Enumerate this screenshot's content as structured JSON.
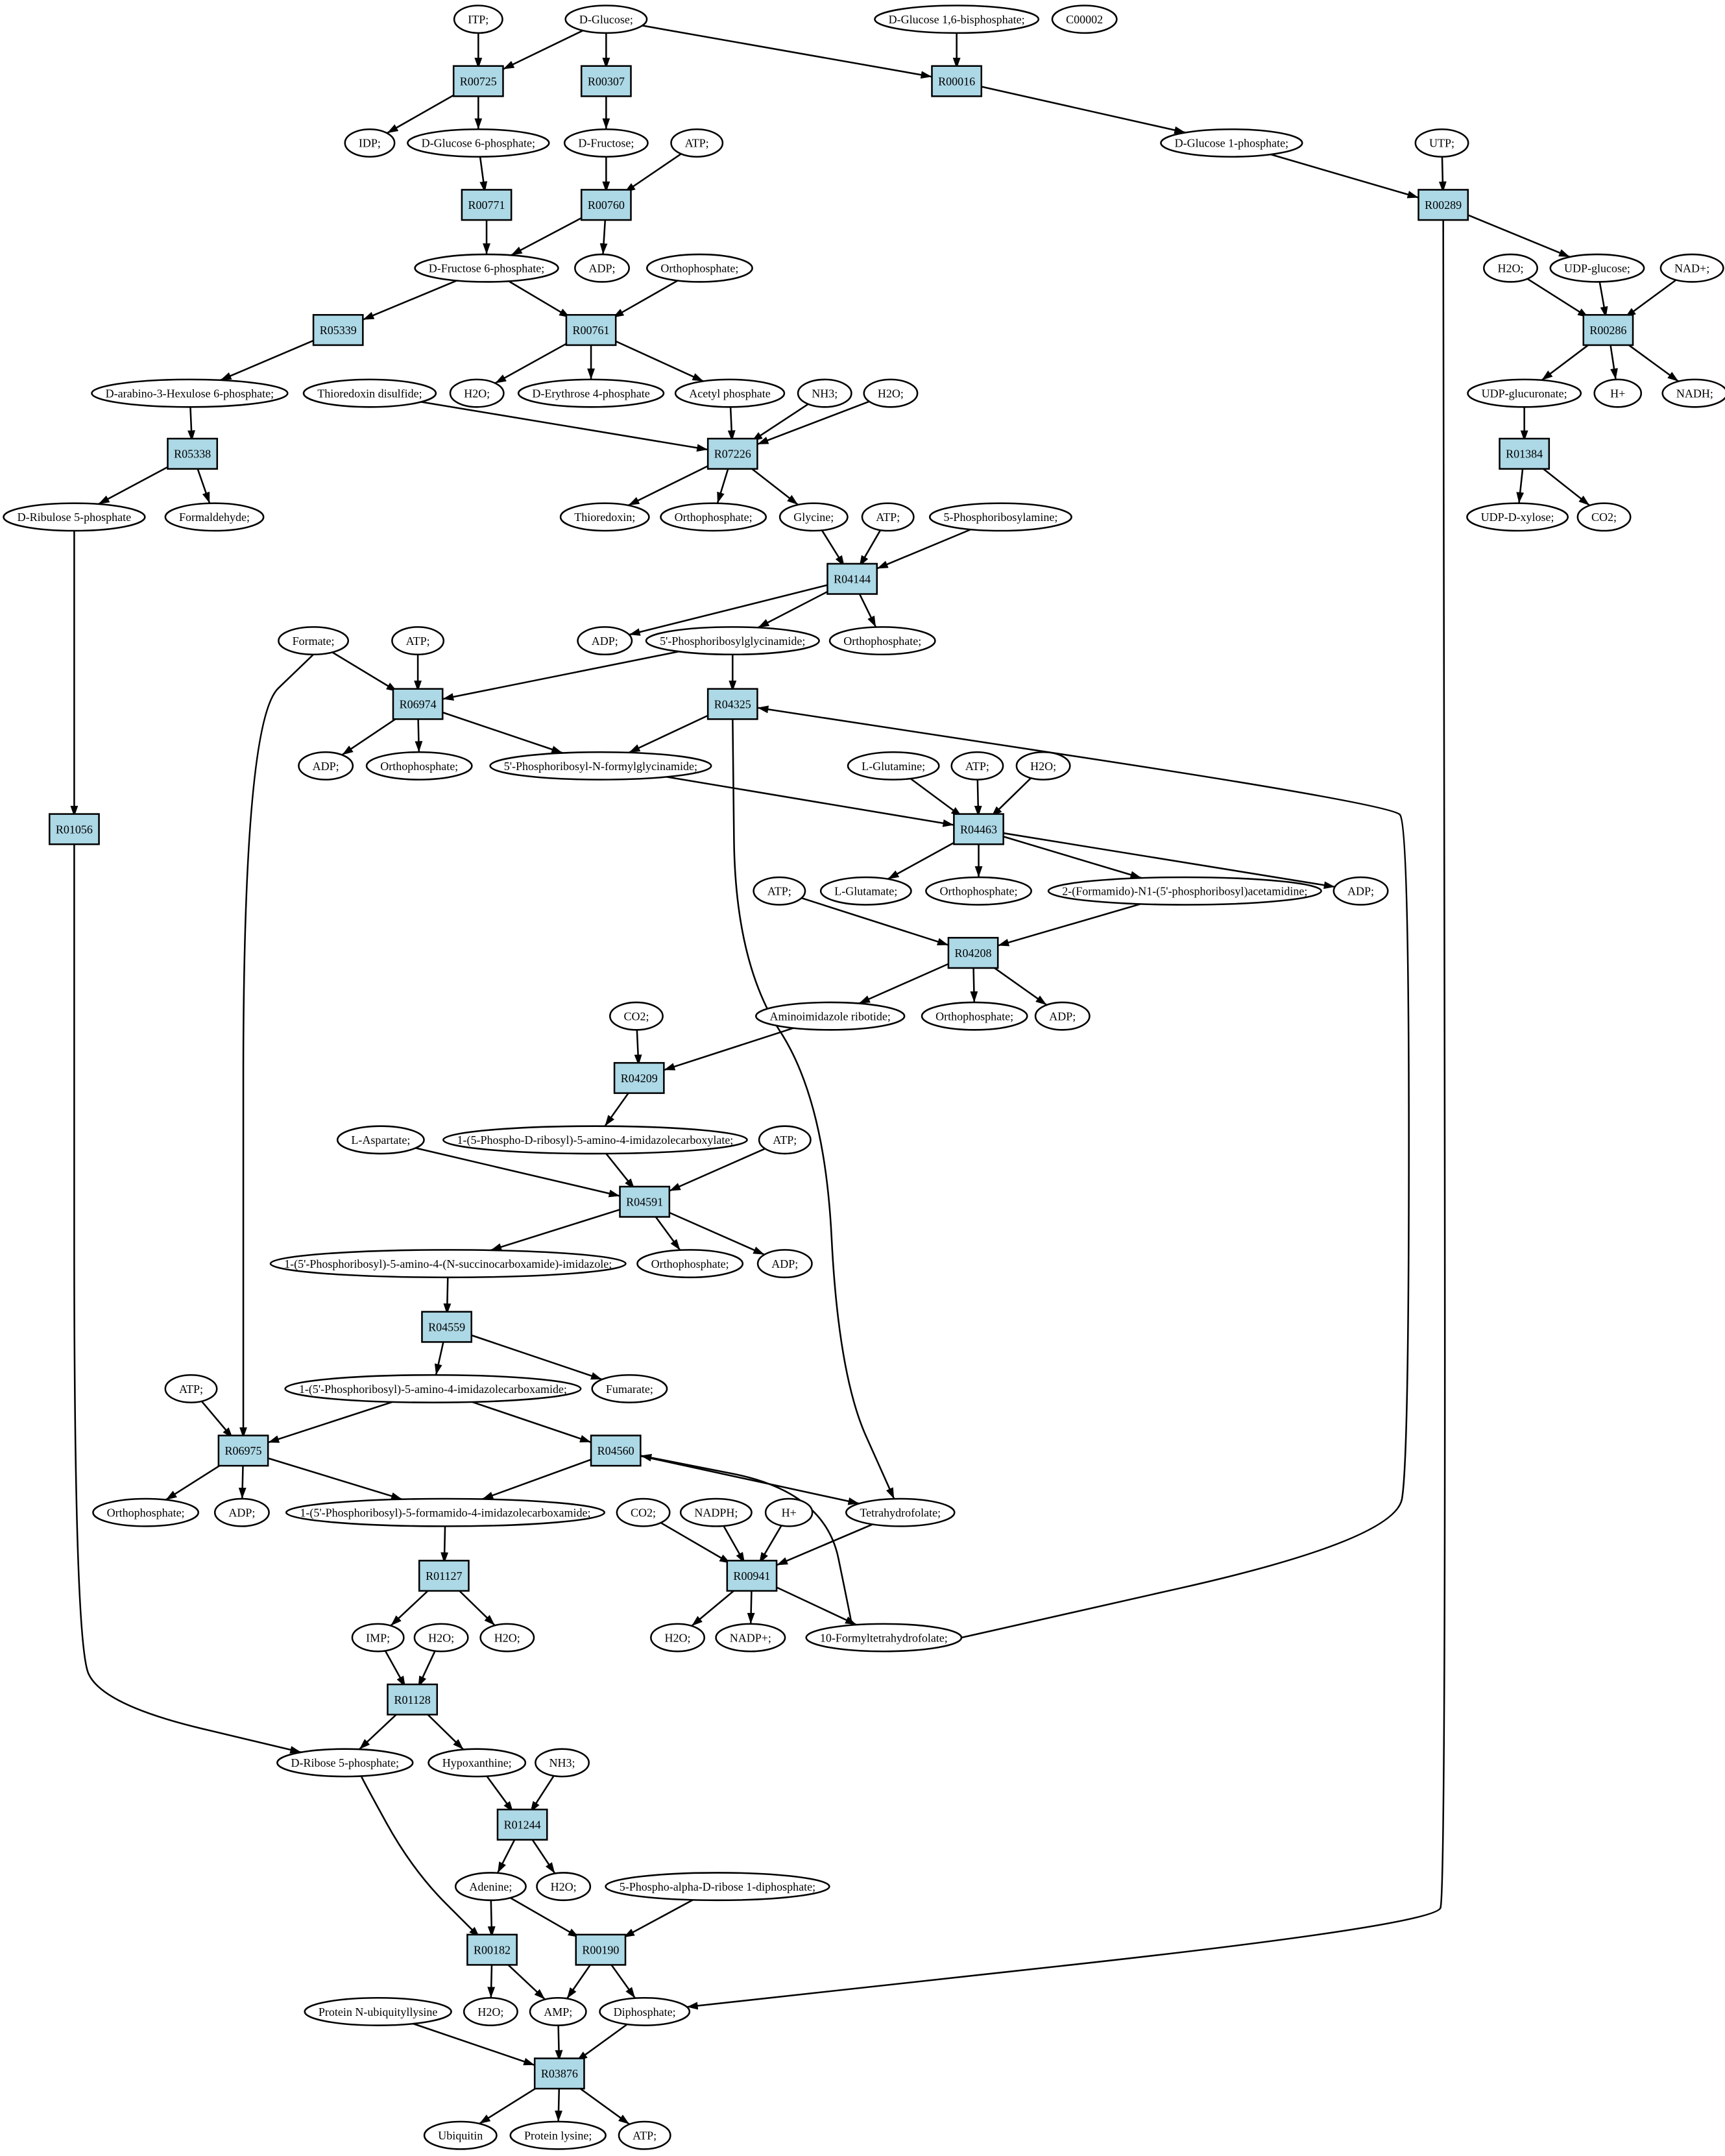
{
  "colors": {
    "reaction_fill": "#add8e6",
    "compound_fill": "#ffffff",
    "highlight_green": "#00ff00",
    "highlight_yellow": "#ffff00",
    "stroke": "#000000"
  },
  "nodes": [
    {
      "id": "itp1",
      "label": "ITP;",
      "type": "compound"
    },
    {
      "id": "dglucose",
      "label": "D-Glucose;",
      "type": "compound",
      "color": "green"
    },
    {
      "id": "dg16bp",
      "label": "D-Glucose 1,6-bisphosphate;",
      "type": "compound"
    },
    {
      "id": "c00002",
      "label": "C00002",
      "type": "compound",
      "color": "yellow"
    },
    {
      "id": "R00725",
      "label": "R00725",
      "type": "reaction"
    },
    {
      "id": "R00307",
      "label": "R00307",
      "type": "reaction"
    },
    {
      "id": "R00016",
      "label": "R00016",
      "type": "reaction"
    },
    {
      "id": "idp",
      "label": "IDP;",
      "type": "compound"
    },
    {
      "id": "dg6p",
      "label": "D-Glucose 6-phosphate;",
      "type": "compound"
    },
    {
      "id": "dfructose",
      "label": "D-Fructose;",
      "type": "compound"
    },
    {
      "id": "atp1",
      "label": "ATP;",
      "type": "compound"
    },
    {
      "id": "dg1p",
      "label": "D-Glucose 1-phosphate;",
      "type": "compound"
    },
    {
      "id": "utp",
      "label": "UTP;",
      "type": "compound"
    },
    {
      "id": "R00771",
      "label": "R00771",
      "type": "reaction"
    },
    {
      "id": "R00760",
      "label": "R00760",
      "type": "reaction"
    },
    {
      "id": "R00289",
      "label": "R00289",
      "type": "reaction"
    },
    {
      "id": "df6p",
      "label": "D-Fructose 6-phosphate;",
      "type": "compound"
    },
    {
      "id": "adp1",
      "label": "ADP;",
      "type": "compound"
    },
    {
      "id": "orth1",
      "label": "Orthophosphate;",
      "type": "compound"
    },
    {
      "id": "h2o_a",
      "label": "H2O;",
      "type": "compound"
    },
    {
      "id": "udpglc",
      "label": "UDP-glucose;",
      "type": "compound"
    },
    {
      "id": "nadp",
      "label": "NAD+;",
      "type": "compound"
    },
    {
      "id": "R05339",
      "label": "R05339",
      "type": "reaction"
    },
    {
      "id": "R00761",
      "label": "R00761",
      "type": "reaction"
    },
    {
      "id": "R00286",
      "label": "R00286",
      "type": "reaction"
    },
    {
      "id": "dah6p",
      "label": "D-arabino-3-Hexulose 6-phosphate;",
      "type": "compound"
    },
    {
      "id": "thdis",
      "label": "Thioredoxin disulfide;",
      "type": "compound"
    },
    {
      "id": "h2o_b",
      "label": "H2O;",
      "type": "compound"
    },
    {
      "id": "de4p",
      "label": "D-Erythrose 4-phosphate",
      "type": "compound"
    },
    {
      "id": "acp",
      "label": "Acetyl phosphate",
      "type": "compound"
    },
    {
      "id": "nh3_1",
      "label": "NH3;",
      "type": "compound"
    },
    {
      "id": "h2o_c",
      "label": "H2O;",
      "type": "compound"
    },
    {
      "id": "udpglcua",
      "label": "UDP-glucuronate;",
      "type": "compound"
    },
    {
      "id": "hplus1",
      "label": "H+",
      "type": "compound"
    },
    {
      "id": "nadh",
      "label": "NADH;",
      "type": "compound"
    },
    {
      "id": "R05338",
      "label": "R05338",
      "type": "reaction"
    },
    {
      "id": "R07226",
      "label": "R07226",
      "type": "reaction"
    },
    {
      "id": "R01384",
      "label": "R01384",
      "type": "reaction"
    },
    {
      "id": "dru5p",
      "label": "D-Ribulose 5-phosphate",
      "type": "compound"
    },
    {
      "id": "formald",
      "label": "Formaldehyde;",
      "type": "compound"
    },
    {
      "id": "thred",
      "label": "Thioredoxin;",
      "type": "compound"
    },
    {
      "id": "orth2",
      "label": "Orthophosphate;",
      "type": "compound"
    },
    {
      "id": "glycine",
      "label": "Glycine;",
      "type": "compound"
    },
    {
      "id": "atp2",
      "label": "ATP;",
      "type": "compound"
    },
    {
      "id": "prpa",
      "label": "5-Phosphoribosylamine;",
      "type": "compound"
    },
    {
      "id": "udpxyl",
      "label": "UDP-D-xylose;",
      "type": "compound"
    },
    {
      "id": "co2_1",
      "label": "CO2;",
      "type": "compound"
    },
    {
      "id": "R04144",
      "label": "R04144",
      "type": "reaction"
    },
    {
      "id": "formate",
      "label": "Formate;",
      "type": "compound"
    },
    {
      "id": "atp3",
      "label": "ATP;",
      "type": "compound"
    },
    {
      "id": "adp2",
      "label": "ADP;",
      "type": "compound"
    },
    {
      "id": "gar",
      "label": "5'-Phosphoribosylglycinamide;",
      "type": "compound"
    },
    {
      "id": "orth3",
      "label": "Orthophosphate;",
      "type": "compound"
    },
    {
      "id": "R06974",
      "label": "R06974",
      "type": "reaction"
    },
    {
      "id": "R04325",
      "label": "R04325",
      "type": "reaction"
    },
    {
      "id": "adp3",
      "label": "ADP;",
      "type": "compound"
    },
    {
      "id": "orth4",
      "label": "Orthophosphate;",
      "type": "compound"
    },
    {
      "id": "fgar",
      "label": "5'-Phosphoribosyl-N-formylglycinamide;",
      "type": "compound"
    },
    {
      "id": "lgln",
      "label": "L-Glutamine;",
      "type": "compound"
    },
    {
      "id": "atp4",
      "label": "ATP;",
      "type": "compound"
    },
    {
      "id": "h2o_d",
      "label": "H2O;",
      "type": "compound"
    },
    {
      "id": "R01056",
      "label": "R01056",
      "type": "reaction"
    },
    {
      "id": "R04463",
      "label": "R04463",
      "type": "reaction"
    },
    {
      "id": "lglu",
      "label": "L-Glutamate;",
      "type": "compound"
    },
    {
      "id": "orth5",
      "label": "Orthophosphate;",
      "type": "compound"
    },
    {
      "id": "fgam",
      "label": "2-(Formamido)-N1-(5'-phosphoribosyl)acetamidine;",
      "type": "compound"
    },
    {
      "id": "adp4",
      "label": "ADP;",
      "type": "compound"
    },
    {
      "id": "atp5",
      "label": "ATP;",
      "type": "compound"
    },
    {
      "id": "R04208",
      "label": "R04208",
      "type": "reaction"
    },
    {
      "id": "co2_2",
      "label": "CO2;",
      "type": "compound"
    },
    {
      "id": "air",
      "label": "Aminoimidazole ribotide;",
      "type": "compound"
    },
    {
      "id": "orth6",
      "label": "Orthophosphate;",
      "type": "compound"
    },
    {
      "id": "adp5",
      "label": "ADP;",
      "type": "compound"
    },
    {
      "id": "R04209",
      "label": "R04209",
      "type": "reaction"
    },
    {
      "id": "lasp",
      "label": "L-Aspartate;",
      "type": "compound"
    },
    {
      "id": "cair",
      "label": "1-(5-Phospho-D-ribosyl)-5-amino-4-imidazolecarboxylate;",
      "type": "compound"
    },
    {
      "id": "atp6",
      "label": "ATP;",
      "type": "compound"
    },
    {
      "id": "R04591",
      "label": "R04591",
      "type": "reaction"
    },
    {
      "id": "saicar",
      "label": "1-(5'-Phosphoribosyl)-5-amino-4-(N-succinocarboxamide)-imidazole;",
      "type": "compound"
    },
    {
      "id": "orth7",
      "label": "Orthophosphate;",
      "type": "compound"
    },
    {
      "id": "adp6",
      "label": "ADP;",
      "type": "compound"
    },
    {
      "id": "R04559",
      "label": "R04559",
      "type": "reaction"
    },
    {
      "id": "aicar",
      "label": "1-(5'-Phosphoribosyl)-5-amino-4-imidazolecarboxamide;",
      "type": "compound"
    },
    {
      "id": "fumarate",
      "label": "Fumarate;",
      "type": "compound"
    },
    {
      "id": "atp7",
      "label": "ATP;",
      "type": "compound"
    },
    {
      "id": "R06975",
      "label": "R06975",
      "type": "reaction"
    },
    {
      "id": "R04560",
      "label": "R04560",
      "type": "reaction"
    },
    {
      "id": "orth8",
      "label": "Orthophosphate;",
      "type": "compound"
    },
    {
      "id": "adp7",
      "label": "ADP;",
      "type": "compound"
    },
    {
      "id": "faicar",
      "label": "1-(5'-Phosphoribosyl)-5-formamido-4-imidazolecarboxamide;",
      "type": "compound"
    },
    {
      "id": "co2_3",
      "label": "CO2;",
      "type": "compound"
    },
    {
      "id": "nadph",
      "label": "NADPH;",
      "type": "compound"
    },
    {
      "id": "hplus2",
      "label": "H+",
      "type": "compound"
    },
    {
      "id": "thf",
      "label": "Tetrahydrofolate;",
      "type": "compound"
    },
    {
      "id": "R01127",
      "label": "R01127",
      "type": "reaction"
    },
    {
      "id": "R00941",
      "label": "R00941",
      "type": "reaction"
    },
    {
      "id": "imp",
      "label": "IMP;",
      "type": "compound"
    },
    {
      "id": "h2o_e",
      "label": "H2O;",
      "type": "compound"
    },
    {
      "id": "h2o_f",
      "label": "H2O;",
      "type": "compound"
    },
    {
      "id": "h2o_g",
      "label": "H2O;",
      "type": "compound"
    },
    {
      "id": "nadpplus",
      "label": "NADP+;",
      "type": "compound"
    },
    {
      "id": "fthf",
      "label": "10-Formyltetrahydrofolate;",
      "type": "compound"
    },
    {
      "id": "R01128",
      "label": "R01128",
      "type": "reaction"
    },
    {
      "id": "dr5p",
      "label": "D-Ribose 5-phosphate;",
      "type": "compound"
    },
    {
      "id": "hypox",
      "label": "Hypoxanthine;",
      "type": "compound"
    },
    {
      "id": "nh3_2",
      "label": "NH3;",
      "type": "compound"
    },
    {
      "id": "R01244",
      "label": "R01244",
      "type": "reaction"
    },
    {
      "id": "adenine",
      "label": "Adenine;",
      "type": "compound"
    },
    {
      "id": "h2o_h",
      "label": "H2O;",
      "type": "compound"
    },
    {
      "id": "prpp",
      "label": "5-Phospho-alpha-D-ribose 1-diphosphate;",
      "type": "compound"
    },
    {
      "id": "R00182",
      "label": "R00182",
      "type": "reaction"
    },
    {
      "id": "R00190",
      "label": "R00190",
      "type": "reaction"
    },
    {
      "id": "pnub",
      "label": "Protein N-ubiquityllysine",
      "type": "compound"
    },
    {
      "id": "h2o_i",
      "label": "H2O;",
      "type": "compound"
    },
    {
      "id": "amp",
      "label": "AMP;",
      "type": "compound"
    },
    {
      "id": "ppi",
      "label": "Diphosphate;",
      "type": "compound"
    },
    {
      "id": "R03876",
      "label": "R03876",
      "type": "reaction"
    },
    {
      "id": "ubiquitin",
      "label": "Ubiquitin",
      "type": "compound"
    },
    {
      "id": "plys",
      "label": "Protein lysine;",
      "type": "compound"
    },
    {
      "id": "atp8",
      "label": "ATP;",
      "type": "compound"
    }
  ]
}
